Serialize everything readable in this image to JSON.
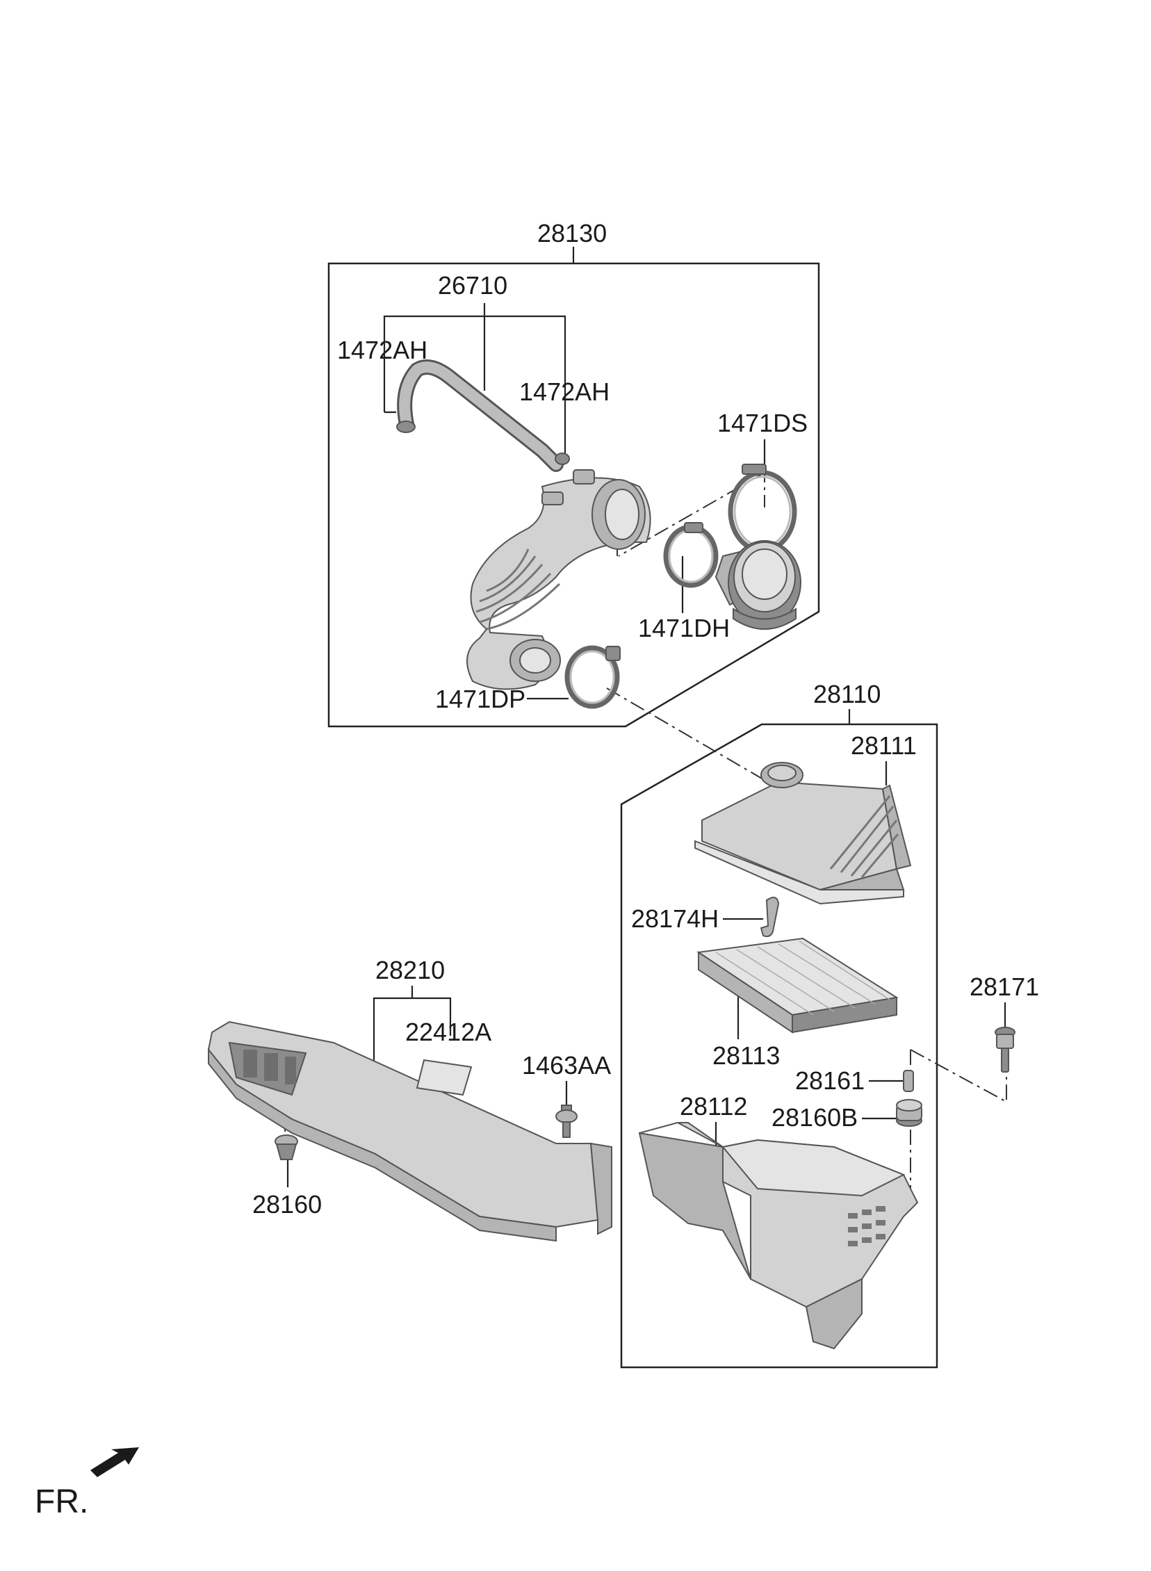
{
  "diagram": {
    "callouts": {
      "c28130": "28130",
      "c26710": "26710",
      "c1472AH_left": "1472AH",
      "c1472AH_right": "1472AH",
      "c1471DS": "1471DS",
      "c1471DH": "1471DH",
      "c1471DP": "1471DP",
      "c28110": "28110",
      "c28111": "28111",
      "c28174H": "28174H",
      "c28113": "28113",
      "c28171": "28171",
      "c28161": "28161",
      "c28160B": "28160B",
      "c28112": "28112",
      "c28210": "28210",
      "c22412A": "22412A",
      "c1463AA": "1463AA",
      "c28160": "28160"
    },
    "direction": {
      "label": "FR.",
      "icon": "front-direction-arrow-icon"
    },
    "colors": {
      "line": "#222222",
      "part_dark": "#8c8c8c",
      "part_mid": "#b4b4b4",
      "part_light": "#d2d2d2"
    }
  }
}
